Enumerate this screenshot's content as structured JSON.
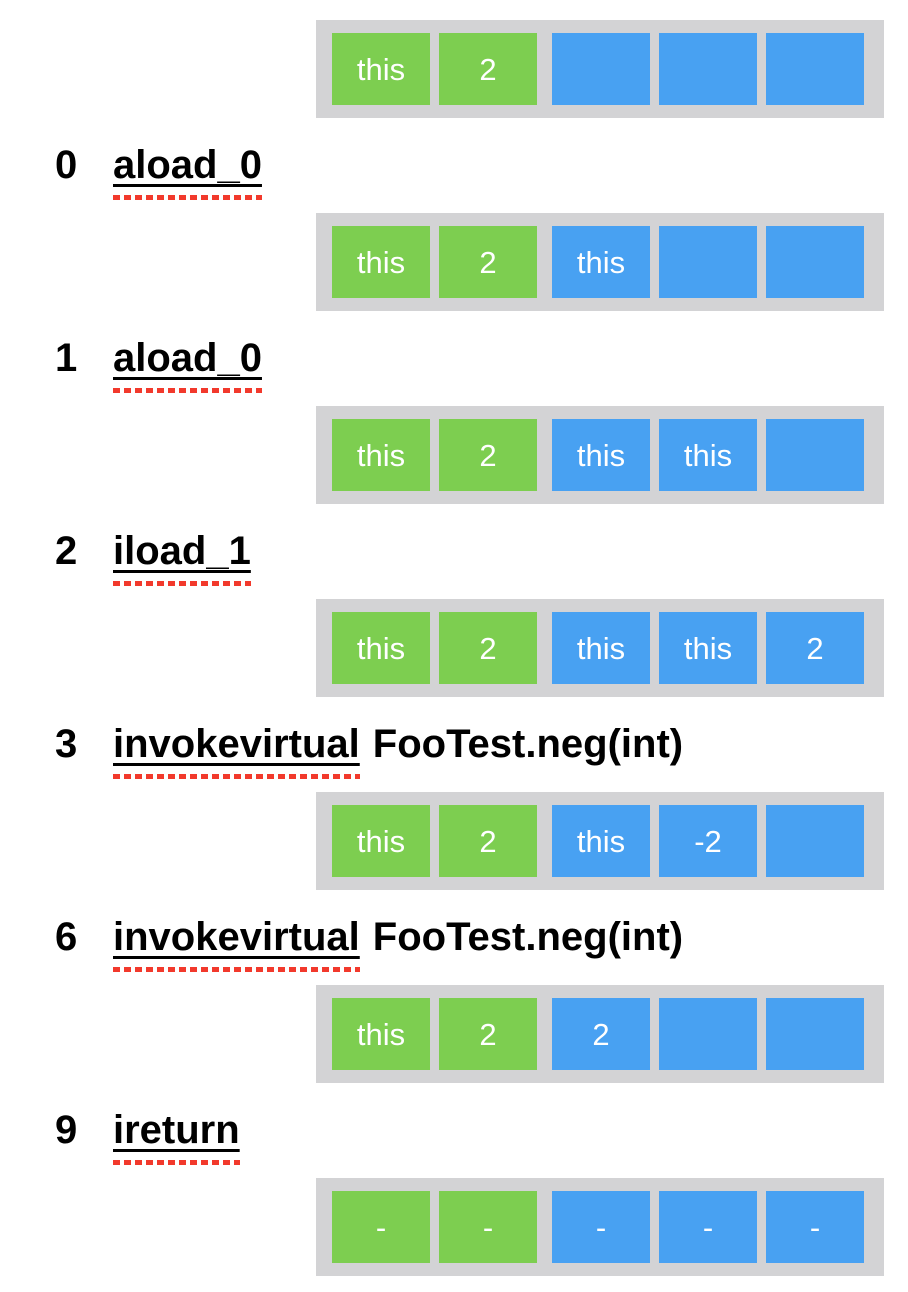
{
  "colors": {
    "local_cell": "#7dce50",
    "stack_cell": "#48a1f2",
    "frame_bg": "#d3d3d5",
    "cell_text": "#ffffff",
    "instruction_text": "#000000",
    "squiggle_red": "#f2392c"
  },
  "trace": {
    "frames": [
      {
        "locals": [
          "this",
          "2"
        ],
        "stack": [
          "",
          "",
          ""
        ]
      },
      {
        "locals": [
          "this",
          "2"
        ],
        "stack": [
          "this",
          "",
          ""
        ]
      },
      {
        "locals": [
          "this",
          "2"
        ],
        "stack": [
          "this",
          "this",
          ""
        ]
      },
      {
        "locals": [
          "this",
          "2"
        ],
        "stack": [
          "this",
          "this",
          "2"
        ]
      },
      {
        "locals": [
          "this",
          "2"
        ],
        "stack": [
          "this",
          "-2",
          ""
        ]
      },
      {
        "locals": [
          "this",
          "2"
        ],
        "stack": [
          "2",
          "",
          ""
        ]
      },
      {
        "locals": [
          "-",
          "-"
        ],
        "stack": [
          "-",
          "-",
          "-"
        ]
      }
    ],
    "instructions": [
      {
        "offset": "0",
        "mnemonic": "aload_0",
        "operand": ""
      },
      {
        "offset": "1",
        "mnemonic": "aload_0",
        "operand": ""
      },
      {
        "offset": "2",
        "mnemonic": "iload_1",
        "operand": ""
      },
      {
        "offset": "3",
        "mnemonic": "invokevirtual",
        "operand": "FooTest.neg(int)"
      },
      {
        "offset": "6",
        "mnemonic": "invokevirtual",
        "operand": "FooTest.neg(int)"
      },
      {
        "offset": "9",
        "mnemonic": "ireturn",
        "operand": ""
      }
    ]
  }
}
